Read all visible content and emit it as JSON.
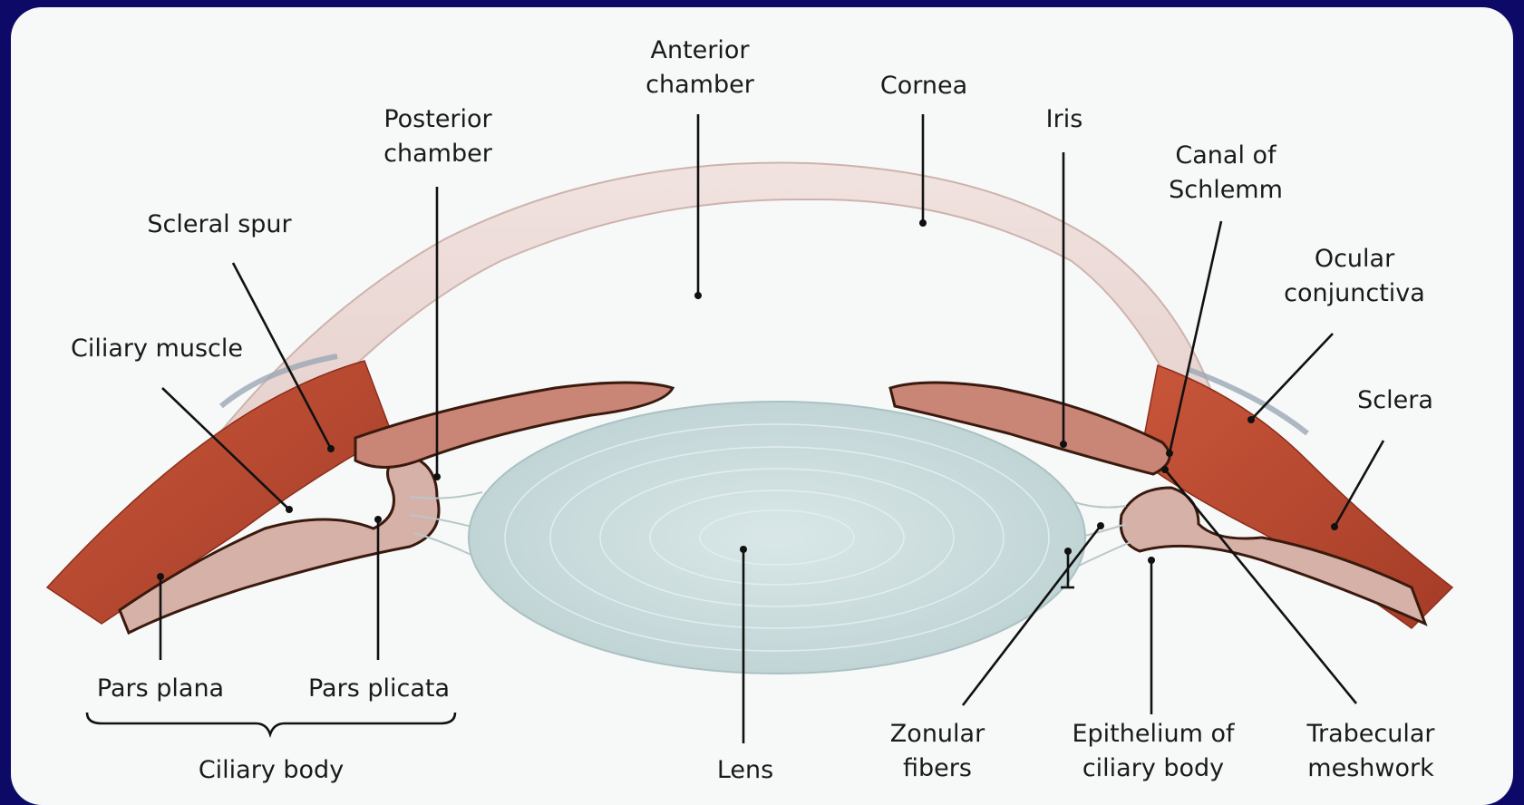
{
  "colors": {
    "background": "#0c0a66",
    "panel": "#f7f8f8",
    "cornea": "#ecd9d6",
    "sclera": "#b94a32",
    "lens": "#c9dbdc",
    "iris": "#c98576",
    "ciliary": "#d6b1a8",
    "pigment": "#3a1a0e"
  },
  "labels": {
    "anterior_chamber": [
      "Anterior",
      "chamber"
    ],
    "cornea": "Cornea",
    "posterior_chamber": [
      "Posterior",
      "chamber"
    ],
    "iris": "Iris",
    "canal_of_schlemm": [
      "Canal of",
      "Schlemm"
    ],
    "scleral_spur": "Scleral spur",
    "ocular_conjunctiva": [
      "Ocular",
      "conjunctiva"
    ],
    "ciliary_muscle": "Ciliary muscle",
    "sclera": "Sclera",
    "pars_plana": "Pars plana",
    "pars_plicata": "Pars plicata",
    "ciliary_body": "Ciliary body",
    "lens": "Lens",
    "zonular_fibers": [
      "Zonular",
      "fibers"
    ],
    "epithelium_of_ciliary_body": [
      "Epithelium of",
      "ciliary body"
    ],
    "trabecular_meshwork": [
      "Trabecular",
      "meshwork"
    ]
  }
}
